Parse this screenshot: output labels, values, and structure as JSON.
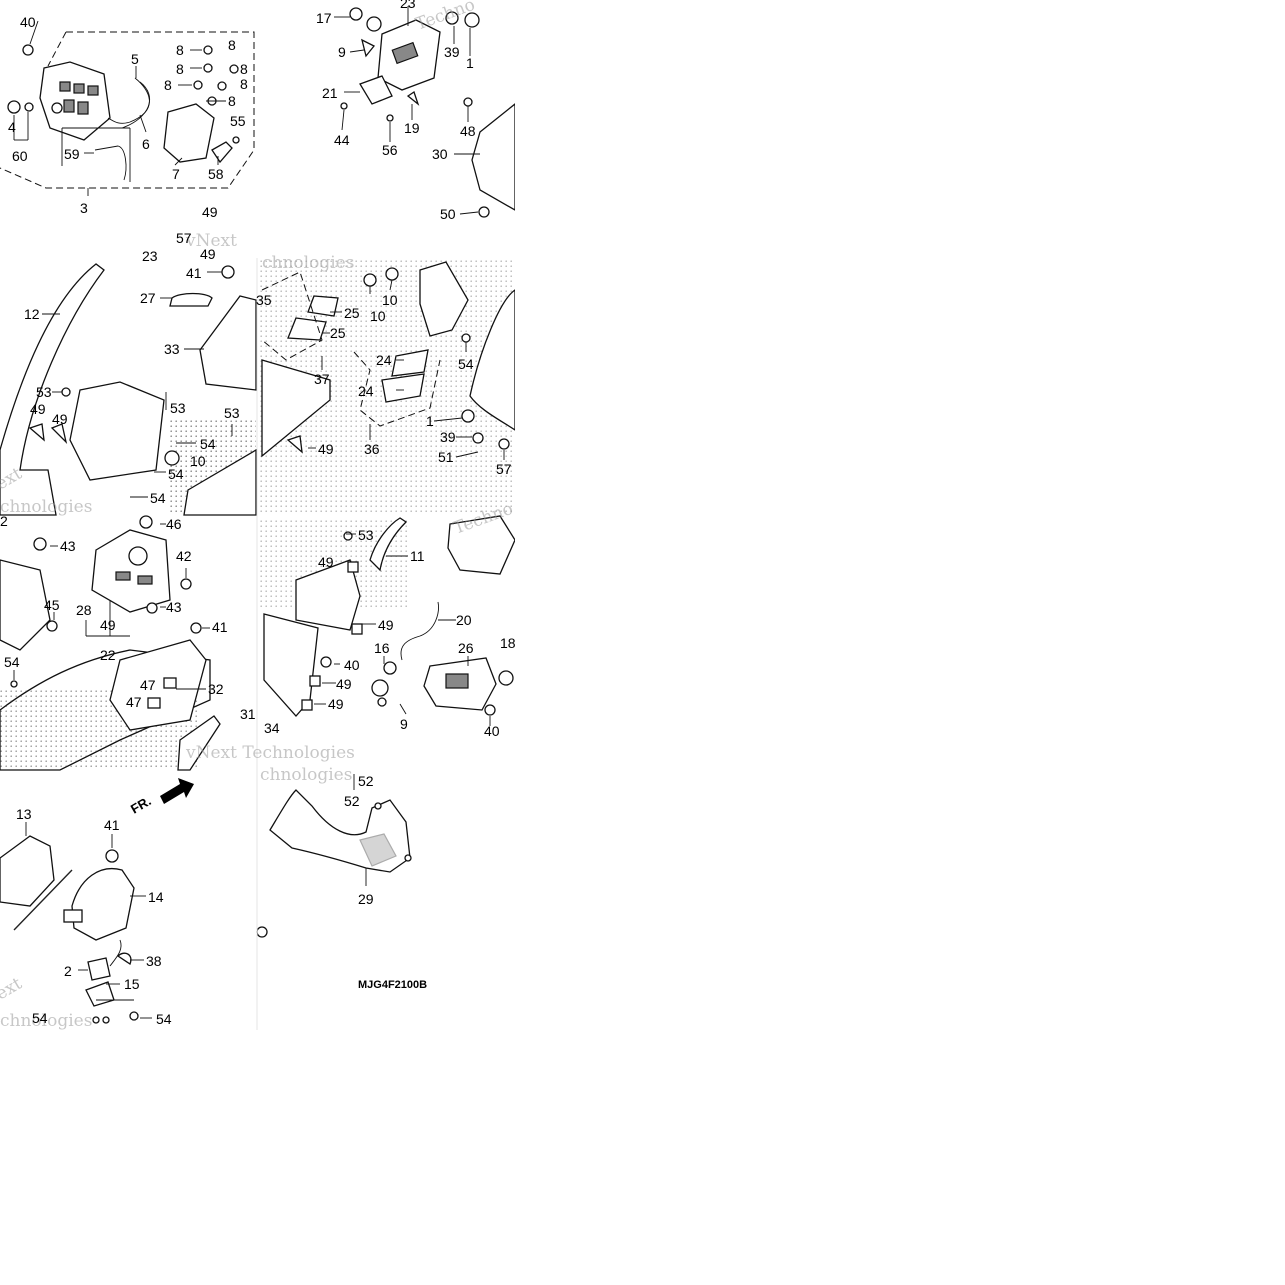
{
  "diagram": {
    "code": "MJG4F2100B",
    "front_marker": "FR.",
    "watermark_text": [
      "vNext Technologies",
      "vNext",
      "Techno",
      "Technologies",
      "chnologies",
      "ext"
    ],
    "callouts": [
      {
        "id": "c40a",
        "text": "40"
      },
      {
        "id": "c8a",
        "text": "8"
      },
      {
        "id": "c8b",
        "text": "8"
      },
      {
        "id": "c8c",
        "text": "8"
      },
      {
        "id": "c8d",
        "text": "8"
      },
      {
        "id": "c8e",
        "text": "8"
      },
      {
        "id": "c8f",
        "text": "8"
      },
      {
        "id": "c8g",
        "text": "8"
      },
      {
        "id": "c5",
        "text": "5"
      },
      {
        "id": "c4",
        "text": "4"
      },
      {
        "id": "c60",
        "text": "60"
      },
      {
        "id": "c6",
        "text": "6"
      },
      {
        "id": "c55",
        "text": "55"
      },
      {
        "id": "c59",
        "text": "59"
      },
      {
        "id": "c7",
        "text": "7"
      },
      {
        "id": "c58",
        "text": "58"
      },
      {
        "id": "c3",
        "text": "3"
      },
      {
        "id": "c17",
        "text": "17"
      },
      {
        "id": "c23a",
        "text": "23"
      },
      {
        "id": "c9a",
        "text": "9"
      },
      {
        "id": "c39a",
        "text": "39"
      },
      {
        "id": "c1a",
        "text": "1"
      },
      {
        "id": "c21",
        "text": "21"
      },
      {
        "id": "c44",
        "text": "44"
      },
      {
        "id": "c19",
        "text": "19"
      },
      {
        "id": "c56",
        "text": "56"
      },
      {
        "id": "c48",
        "text": "48"
      },
      {
        "id": "c30",
        "text": "30"
      },
      {
        "id": "c50",
        "text": "50"
      },
      {
        "id": "c49a",
        "text": "49"
      },
      {
        "id": "c57a",
        "text": "57"
      },
      {
        "id": "c23b",
        "text": "23"
      },
      {
        "id": "c49b",
        "text": "49"
      },
      {
        "id": "c41a",
        "text": "41"
      },
      {
        "id": "c12",
        "text": "12"
      },
      {
        "id": "c27",
        "text": "27"
      },
      {
        "id": "c33",
        "text": "33"
      },
      {
        "id": "c53a",
        "text": "53"
      },
      {
        "id": "c49c",
        "text": "49"
      },
      {
        "id": "c49d",
        "text": "49"
      },
      {
        "id": "c53b",
        "text": "53"
      },
      {
        "id": "c53c",
        "text": "53"
      },
      {
        "id": "c54a",
        "text": "54"
      },
      {
        "id": "c10a",
        "text": "10"
      },
      {
        "id": "c54b",
        "text": "54"
      },
      {
        "id": "c54c",
        "text": "54"
      },
      {
        "id": "c35",
        "text": "35"
      },
      {
        "id": "c25a",
        "text": "25"
      },
      {
        "id": "c25b",
        "text": "25"
      },
      {
        "id": "c37",
        "text": "37"
      },
      {
        "id": "c10b",
        "text": "10"
      },
      {
        "id": "c10c",
        "text": "10"
      },
      {
        "id": "c49e",
        "text": "49"
      },
      {
        "id": "c24a",
        "text": "24"
      },
      {
        "id": "c24b",
        "text": "24"
      },
      {
        "id": "c54d",
        "text": "54"
      },
      {
        "id": "c36",
        "text": "36"
      },
      {
        "id": "c1b",
        "text": "1"
      },
      {
        "id": "c39b",
        "text": "39"
      },
      {
        "id": "c51",
        "text": "51"
      },
      {
        "id": "c57b",
        "text": "57"
      },
      {
        "id": "c46",
        "text": "46"
      },
      {
        "id": "c43a",
        "text": "43"
      },
      {
        "id": "c42",
        "text": "42"
      },
      {
        "id": "c43b",
        "text": "43"
      },
      {
        "id": "c45",
        "text": "45"
      },
      {
        "id": "c28",
        "text": "28"
      },
      {
        "id": "c49f",
        "text": "49"
      },
      {
        "id": "c22",
        "text": "22"
      },
      {
        "id": "c41b",
        "text": "41"
      },
      {
        "id": "c54e",
        "text": "54"
      },
      {
        "id": "c47a",
        "text": "47"
      },
      {
        "id": "c47b",
        "text": "47"
      },
      {
        "id": "c32",
        "text": "32"
      },
      {
        "id": "c31",
        "text": "31"
      },
      {
        "id": "c53d",
        "text": "53"
      },
      {
        "id": "c11",
        "text": "11"
      },
      {
        "id": "c49g",
        "text": "49"
      },
      {
        "id": "c20",
        "text": "20"
      },
      {
        "id": "c49h",
        "text": "49"
      },
      {
        "id": "c16",
        "text": "16"
      },
      {
        "id": "c26",
        "text": "26"
      },
      {
        "id": "c18",
        "text": "18"
      },
      {
        "id": "c40b",
        "text": "40"
      },
      {
        "id": "c49i",
        "text": "49"
      },
      {
        "id": "c49j",
        "text": "49"
      },
      {
        "id": "c34",
        "text": "34"
      },
      {
        "id": "c9b",
        "text": "9"
      },
      {
        "id": "c40c",
        "text": "40"
      },
      {
        "id": "c13",
        "text": "13"
      },
      {
        "id": "c41c",
        "text": "41"
      },
      {
        "id": "c14",
        "text": "14"
      },
      {
        "id": "c38",
        "text": "38"
      },
      {
        "id": "c2a",
        "text": "2"
      },
      {
        "id": "c15",
        "text": "15"
      },
      {
        "id": "c54f",
        "text": "54"
      },
      {
        "id": "c54g",
        "text": "54"
      },
      {
        "id": "c52a",
        "text": "52"
      },
      {
        "id": "c52b",
        "text": "52"
      },
      {
        "id": "c29",
        "text": "29"
      },
      {
        "id": "c2b",
        "text": "2"
      }
    ]
  }
}
